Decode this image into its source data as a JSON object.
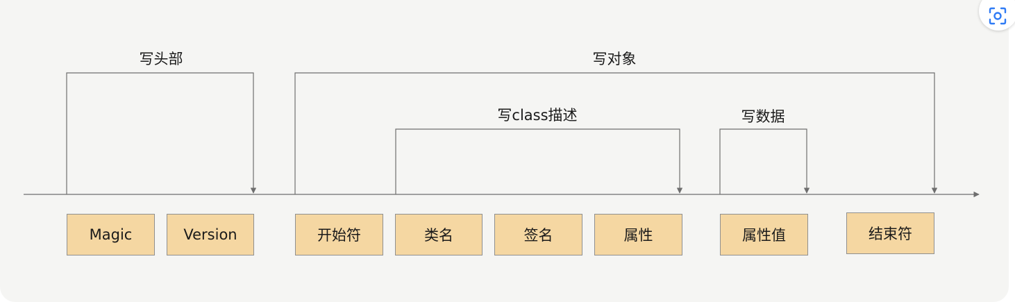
{
  "bracket_labels": {
    "header": "写头部",
    "object": "写对象",
    "class_desc": "写class描述",
    "data": "写数据"
  },
  "fields": {
    "magic": "Magic",
    "version": "Version",
    "start_marker": "开始符",
    "class_name": "类名",
    "signature": "签名",
    "attribute": "属性",
    "attribute_value": "属性值",
    "end_marker": "结束符"
  },
  "colors": {
    "field_fill": "#f5d7a2",
    "line": "#6e6e6e",
    "background": "#f5f5f3"
  },
  "icons": {
    "scan_button": "scan-text-icon"
  }
}
